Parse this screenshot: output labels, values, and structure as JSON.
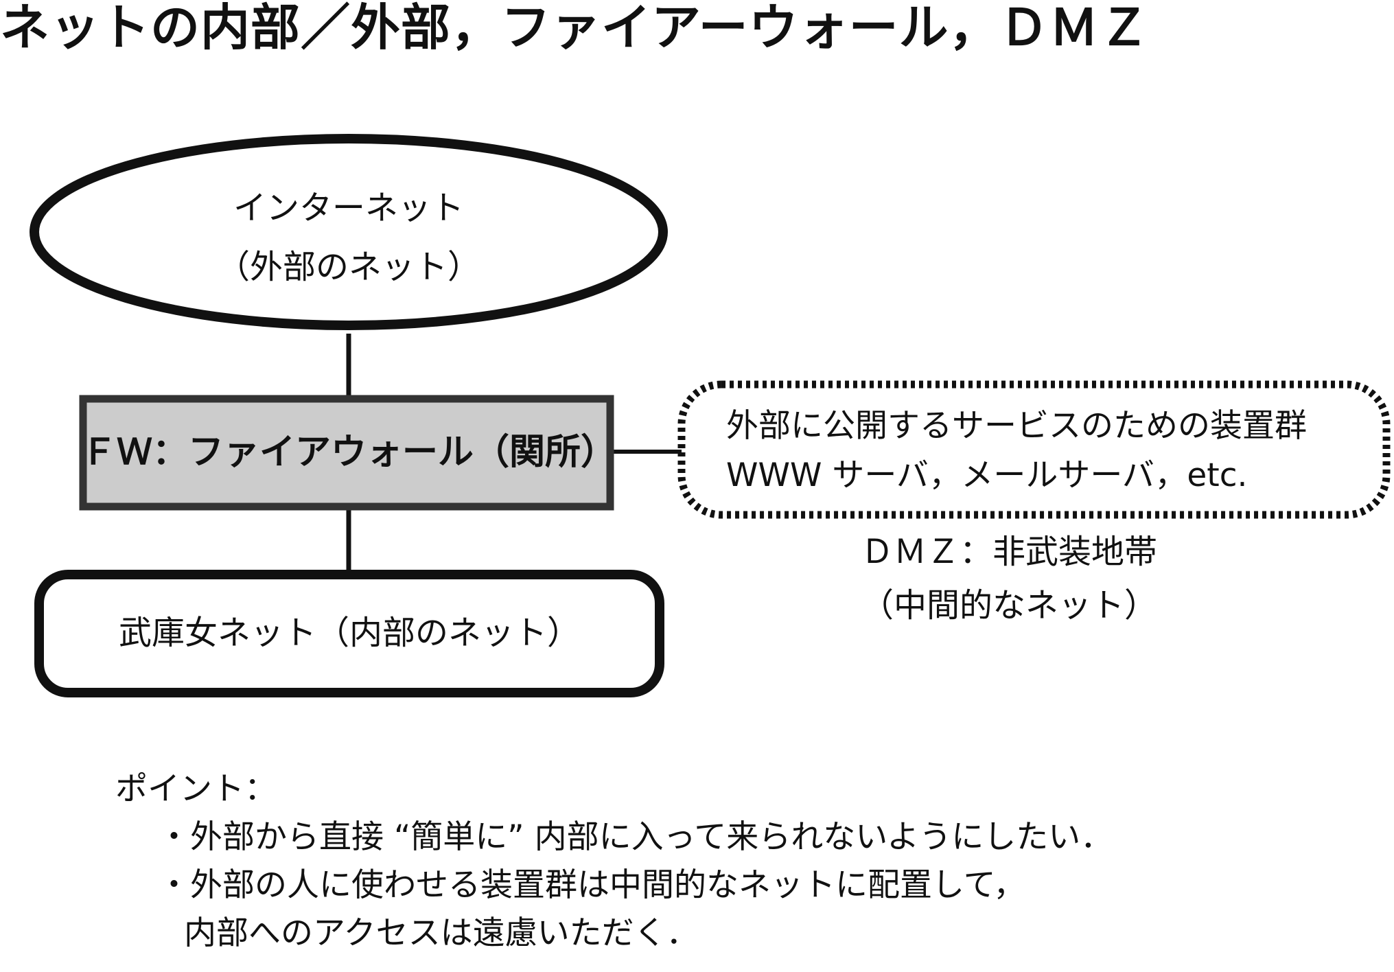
{
  "title": "ネットの内部／外部，ファイアーウォール，ＤＭＺ",
  "internet": {
    "line1": "インターネット",
    "line2": "（外部のネット）"
  },
  "firewall": {
    "label": "ＦＷ：ファイアウォール（関所）"
  },
  "internal": {
    "label": "武庫女ネット（内部のネット）"
  },
  "dmz_box": {
    "line1": "外部に公開するサービスのための装置群",
    "line2": "WWW サーバ，メールサーバ，etc."
  },
  "dmz_label": {
    "line1": "ＤＭＺ：非武装地帯",
    "line2": "（中間的なネット）"
  },
  "points": {
    "heading": "ポイント：",
    "item1": "・外部から直接 “簡単に” 内部に入って来られないようにしたい．",
    "item2": "・外部の人に使わせる装置群は中間的なネットに配置して，",
    "item2_cont": "内部へのアクセスは遠慮いただく．"
  },
  "colors": {
    "stroke": "#111111",
    "firewall_fill": "#cccccc",
    "background": "#ffffff"
  }
}
